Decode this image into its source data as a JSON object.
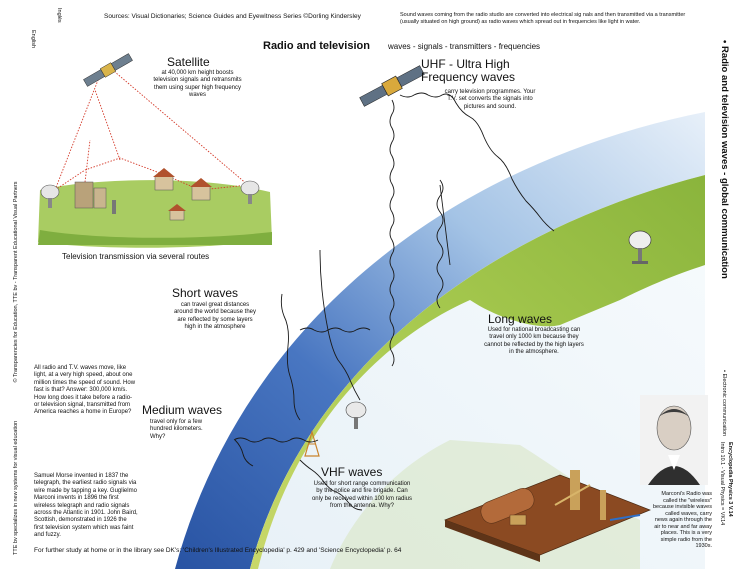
{
  "header": {
    "sources": "Sources: Visual Dictionaries; Science Guides and Eyewitness Series ©Dorling Kindersley",
    "title": "Radio and television",
    "subtitle": "waves - signals - transmitters - frequencies",
    "corner_label": "English",
    "corner_label_2": "Inglés",
    "intro_note": "Sound waves coming from the radio studio are converted into electrical sig nals and then transmitted via a transmitter (usually situated on high ground) as radio waves which spread out in frequencies like light in water."
  },
  "satellite": {
    "title": "Satellite",
    "desc": "at 40,000 km height boosts television signals and retransmits them using super high frequency waves",
    "caption": "Television transmission via several routes"
  },
  "uhf": {
    "title": "UHF - Ultra High Frequency waves",
    "desc": "carry television programmes. Your T.V. set converts the signals into pictures and sound."
  },
  "short_waves": {
    "title": "Short waves",
    "desc": "can travel great distances around the world because they are reflected by some layers high in the atmosphere"
  },
  "long_waves": {
    "title": "Long waves",
    "desc": "Used for national broadcasting can travel only 1000 km because they cannot be reflected by the high layers in the atmosphere."
  },
  "medium_waves": {
    "title": "Medium waves",
    "desc": "travel only for a few hundred kilometers. Why?"
  },
  "vhf": {
    "title": "VHF waves",
    "desc": "Used for short range communication by the police and fire brigade. Can only be received within 100 km radius from the antenna. Why?"
  },
  "facts": {
    "para1": "All radio and T.V. waves move, like light, at a very high speed, about one million times the speed of sound. How fast is that? Answer: 300,000 km/s. How long does it take before a radio- or television signal, transmitted from America reaches a home in Europe?",
    "para2": "Samuel Morse invented in 1837 the telegraph, the earliest radio signals via wire made by tapping a key. Guglielmo Marconi invents in 1896 the first wireless telegraph and radio signals across the Atlantic in 1901. John Baird, Scottish, demonstrated in 1926 the first television system which was faint and fuzzy."
  },
  "marconi": {
    "caption": "Marconi's Radio was called the \"wireless\" because invisible waves called waves, carry news again through the air to near and far away places. This is a very simple radio from the 1930s."
  },
  "footer": {
    "further": "For further study at home or in the library see DK's: 'Children's Illustrated Encyclopedia' p. 429 and 'Science Encyclopedia' p. 64"
  },
  "side": {
    "right_title": "• Radio and television waves - global communication",
    "right_sub": "• Electronic communication",
    "right_code": "Encyclopedia Physics 3 V.14",
    "right_code_2": "Intro 10.1 - Visual Physics = VK14",
    "left_copyright": "© Transparencies for Education, TTE bv - Transparent Educational Visual Partners",
    "left_bottom": "TTE bv specializes in new systems for visual education"
  },
  "colors": {
    "sky_deep": "#1f4fa8",
    "sky_light": "#bcd5ee",
    "earth_green": "#a7c94f",
    "wave_red": "#d43a2a",
    "wave_black": "#1a1a1a"
  }
}
